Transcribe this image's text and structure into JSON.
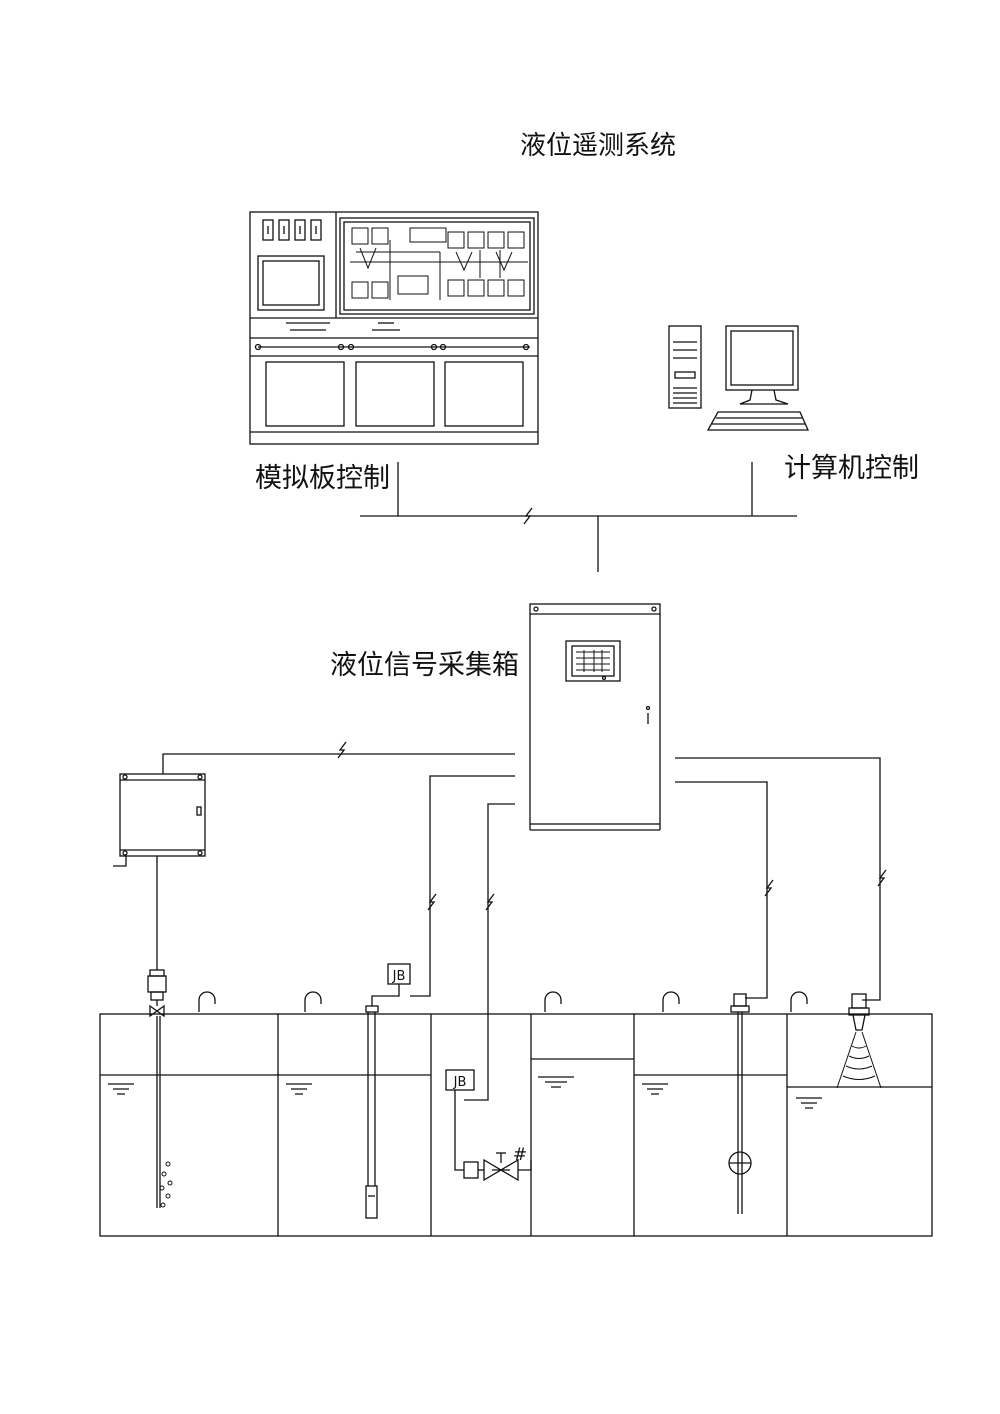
{
  "title": "液位遥测系统",
  "labels": {
    "simulation_panel": "模拟板控制",
    "computer_control": "计算机控制",
    "collection_box": "液位信号采集箱",
    "junction_box_1": "JB",
    "junction_box_2": "JB",
    "flowmeter_mark": "#"
  },
  "colors": {
    "line": "#111111",
    "background": "#ffffff"
  }
}
